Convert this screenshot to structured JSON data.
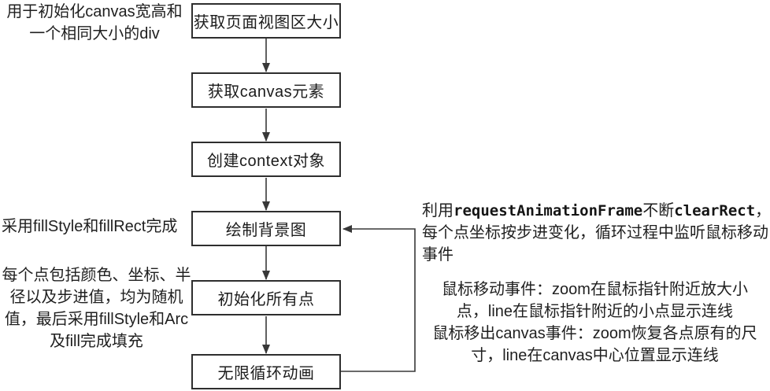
{
  "page": {
    "background_color": "#ffffff",
    "text_color": "#1f1f1f",
    "line_color": "#383838",
    "box_border_color": "#2e2e2e"
  },
  "flowchart": {
    "boxes": [
      {
        "id": "get-viewport-size",
        "label": "获取页面视图区大小"
      },
      {
        "id": "get-canvas-element",
        "label": "获取canvas元素"
      },
      {
        "id": "create-context",
        "label": "创建context对象"
      },
      {
        "id": "draw-background",
        "label": "绘制背景图"
      },
      {
        "id": "init-points",
        "label": "初始化所有点"
      },
      {
        "id": "infinite-loop",
        "label": "无限循环动画"
      }
    ],
    "connections": [
      "获取页面视图区大小 → 获取canvas元素",
      "获取canvas元素 → 创建context对象",
      "创建context对象 → 绘制背景图",
      "绘制背景图 → 初始化所有点",
      "初始化所有点 → 无限循环动画",
      "无限循环动画 → 绘制背景图 (反馈回路)"
    ]
  },
  "annotations": {
    "canvas_init_note": "用于初始化canvas宽高和\n一个相同大小的div",
    "background_note": "采用fillStyle和fillRect完成",
    "points_note": "每个点包括颜色、坐标、半\n径以及步进值，均为随机\n值，最后采用fillStyle和Arc\n及fill完成填充",
    "loop_note": {
      "prefix": "利用",
      "code1": "requestAnimationFrame",
      "middle": "不断",
      "code2": "clearRect",
      "suffix": "，\n每个点坐标按步进变化，循环过程中监听鼠标移动\n事件"
    },
    "mouse_events_note": "鼠标移动事件：zoom在鼠标指针附近放大小\n点，line在鼠标指针附近的小点显示连线\n鼠标移出canvas事件：zoom恢复各点原有的尺\n寸，line在canvas中心位置显示连线"
  }
}
